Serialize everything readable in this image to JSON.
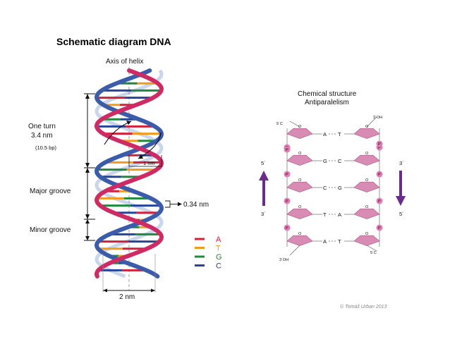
{
  "title": "Schematic diagram DNA",
  "helix": {
    "axis_label": "Axis of helix",
    "one_turn_label": "One turn",
    "one_turn_value": "3.4 nm",
    "one_turn_bp": "(10.5 bp)",
    "major_groove_label": "Major groove",
    "minor_groove_label": "Minor groove",
    "width_1nm": "1 nm",
    "rise_label": "0.34 nm",
    "diameter_label": "2 nm"
  },
  "legend": [
    {
      "letter": "A",
      "color": "#d3213a"
    },
    {
      "letter": "T",
      "color": "#f39a1c"
    },
    {
      "letter": "G",
      "color": "#1f8a3b"
    },
    {
      "letter": "C",
      "color": "#25449a"
    }
  ],
  "colors": {
    "strand_front": "#cf2a64",
    "strand_back": "#3b5cab",
    "strand_light": "#c9d6ec",
    "sugar": "#d98cb3",
    "phosphate": "#e37bb4",
    "arrow_purple": "#6a2b8a"
  },
  "chemical": {
    "title_line1": "Chemical structure",
    "title_line2": "Antiparalelism",
    "left_top_end": "5´C",
    "right_top_end": "3´OH",
    "left_bottom_end": "3´OH",
    "right_bottom_end": "5´C",
    "left_arrow_top": "5´",
    "left_arrow_bottom": "3´",
    "right_arrow_top": "3´",
    "right_arrow_bottom": "5´",
    "phosphate_label": "P",
    "oxygen_label": "O",
    "pairs": [
      {
        "left": "A",
        "right": "T"
      },
      {
        "left": "G",
        "right": "C"
      },
      {
        "left": "C",
        "right": "G"
      },
      {
        "left": "T",
        "right": "A"
      },
      {
        "left": "A",
        "right": "T"
      }
    ]
  },
  "copyright": "© Tomáš Urban 2013"
}
